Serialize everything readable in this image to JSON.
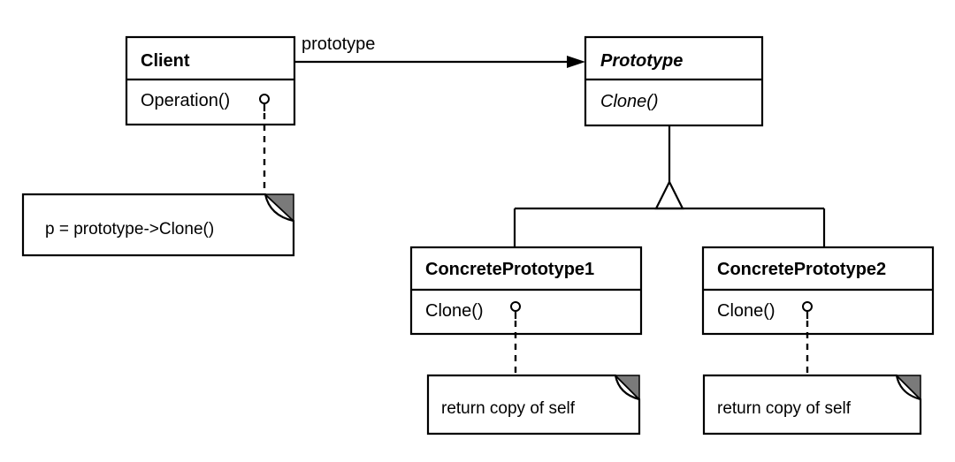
{
  "classes": {
    "client": {
      "name": "Client",
      "operation": "Operation()"
    },
    "prototype": {
      "name": "Prototype",
      "operation": "Clone()"
    },
    "concrete1": {
      "name": "ConcretePrototype1",
      "operation": "Clone()"
    },
    "concrete2": {
      "name": "ConcretePrototype2",
      "operation": "Clone()"
    }
  },
  "association": {
    "label": "prototype"
  },
  "notes": {
    "client": "p = prototype->Clone()",
    "concrete1": "return copy of self",
    "concrete2": "return copy of self"
  }
}
